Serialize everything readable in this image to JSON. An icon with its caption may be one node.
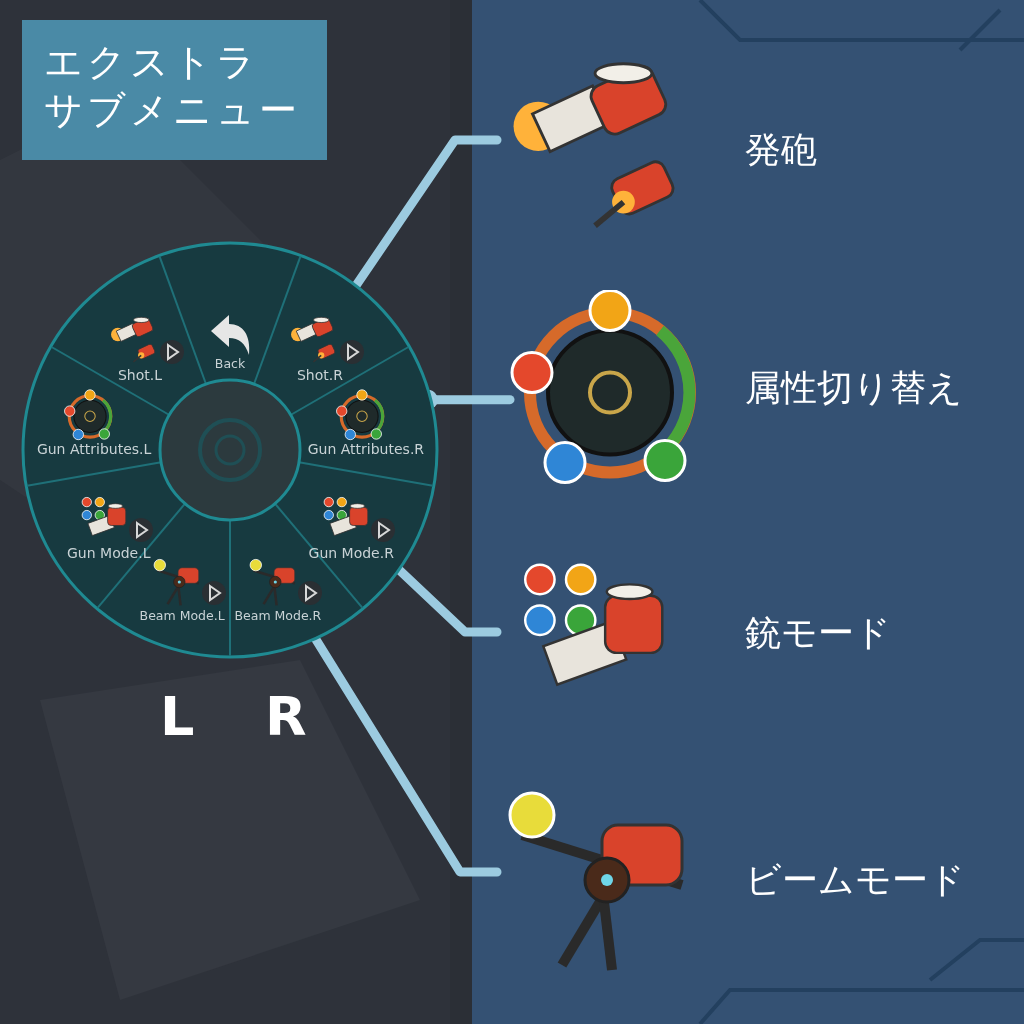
{
  "diagram": {
    "nodes": [
      {
        "text": [
          "エクストラ",
          "サブメニュー"
        ]
      },
      {
        "text": [],
        "shape": "circle"
      },
      {
        "text": [
          "Back"
        ],
        "in": 1
      },
      {
        "text": [
          "Shot.L"
        ],
        "in": 1
      },
      {
        "text": [
          "Shot.R"
        ],
        "in": 1
      },
      {
        "text": [
          "Gun Attributes.L"
        ],
        "in": 1
      },
      {
        "text": [
          "Gun Attributes.R"
        ],
        "in": 1
      },
      {
        "text": [
          "Gun Mode.L"
        ],
        "in": 1
      },
      {
        "text": [
          "Gun Mode.R"
        ],
        "in": 1
      },
      {
        "text": [
          "Beam Mode.L"
        ],
        "in": 1
      },
      {
        "text": [
          "Beam Mode.R"
        ],
        "in": 1
      },
      {
        "text": [],
        "shape": "picture",
        "beside": [
          "発砲"
        ]
      },
      {
        "text": [],
        "shape": "picture",
        "beside": [
          "属性切り替え"
        ]
      },
      {
        "text": [],
        "shape": "picture",
        "beside": [
          "銃モード"
        ]
      },
      {
        "text": [],
        "shape": "picture",
        "beside": [
          "ビームモード"
        ]
      }
    ],
    "edges": [
      {
        "from": 4,
        "to": 11,
        "arrow": "other"
      },
      {
        "from": 6,
        "to": 12,
        "arrow": "other"
      },
      {
        "from": 8,
        "to": 13,
        "arrow": "other"
      },
      {
        "from": 10,
        "to": 14,
        "arrow": "other"
      }
    ],
    "labels": [
      "L",
      "R"
    ]
  }
}
